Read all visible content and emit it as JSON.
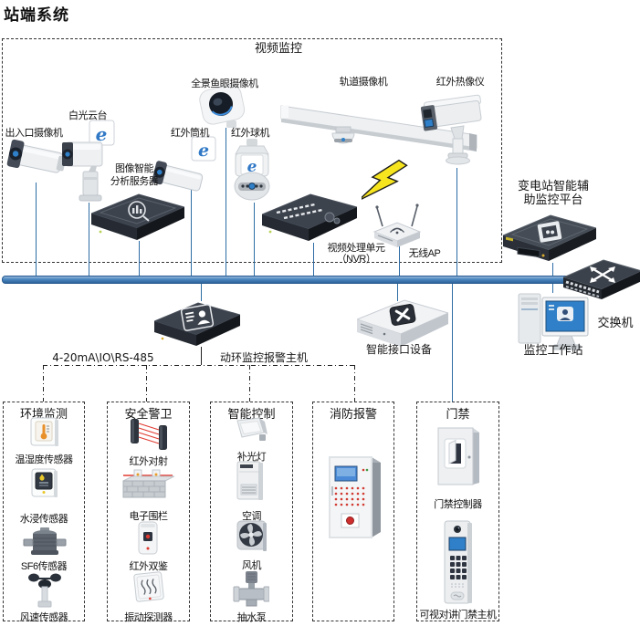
{
  "title": "站端系统",
  "colors": {
    "bus_blue": "#3f7cb6",
    "line_blue": "#2e6da4",
    "device_dark": "#2b3038",
    "alert_red": "#d23a32",
    "bolt_yellow": "#f6e41f",
    "screen_blue": "#2f80c8"
  },
  "video": {
    "box_label": "视频监控",
    "entrance_camera": "出入口摄像机",
    "white_light_ptz": "白光云台",
    "fisheye_camera": "全景鱼眼摄像机",
    "ir_bullet_camera": "红外筒机",
    "ir_dome_camera": "红外球机",
    "rail_camera": "轨道摄像机",
    "thermal_imager": "红外热像仪",
    "analysis_server_line1": "图像智能",
    "analysis_server_line2": "分析服务器",
    "nvr_line1": "视频处理单元",
    "nvr_line2": "（NVR）",
    "wireless_ap": "无线AP",
    "e_badge_text": "e"
  },
  "right_side": {
    "platform_line1": "变电站智能辅",
    "platform_line2": "助监控平台",
    "switch_label": "交换机",
    "workstation_label": "监控工作站"
  },
  "middle": {
    "bus_protocol_label": "4-20mA\\IO\\RS-485",
    "alarm_host_label": "动环监控报警主机",
    "interface_device_label": "智能接口设备"
  },
  "groups": [
    {
      "label": "环境监测",
      "items": [
        {
          "icon": "temperature-humidity-sensor-icon",
          "label": "温湿度传感器"
        },
        {
          "icon": "water-leak-sensor-icon",
          "label": "水浸传感器"
        },
        {
          "icon": "sf6-sensor-icon",
          "label": "SF6传感器"
        },
        {
          "icon": "wind-speed-sensor-icon",
          "label": "风速传感器"
        }
      ]
    },
    {
      "label": "安全警卫",
      "items": [
        {
          "icon": "ir-beam-detector-icon",
          "label": "红外对射"
        },
        {
          "icon": "electronic-fence-icon",
          "label": "电子围栏"
        },
        {
          "icon": "ir-dual-detector-icon",
          "label": "红外双鉴"
        },
        {
          "icon": "vibration-detector-icon",
          "label": "振动探测器"
        }
      ]
    },
    {
      "label": "智能控制",
      "items": [
        {
          "icon": "fill-light-icon",
          "label": "补光灯"
        },
        {
          "icon": "air-conditioner-icon",
          "label": "空调"
        },
        {
          "icon": "fan-icon",
          "label": "风机"
        },
        {
          "icon": "water-pump-icon",
          "label": "抽水泵"
        }
      ]
    },
    {
      "label": "消防报警",
      "items": [
        {
          "icon": "fire-alarm-panel-icon"
        }
      ]
    },
    {
      "label": "门禁",
      "items": [
        {
          "icon": "access-controller-icon",
          "label": "门禁控制器"
        },
        {
          "icon": "video-intercom-icon",
          "label": "可视对讲门禁主机"
        }
      ]
    }
  ]
}
